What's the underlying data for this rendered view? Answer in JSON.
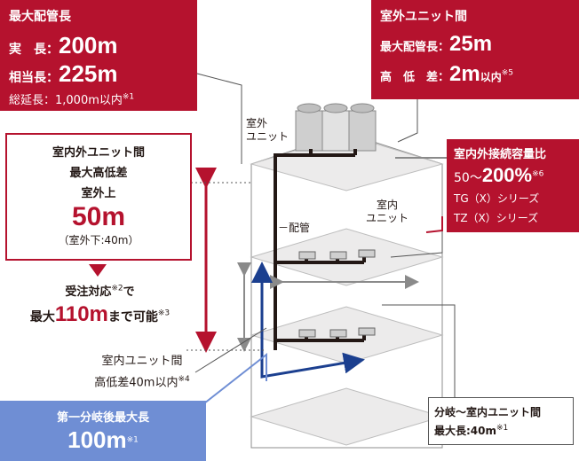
{
  "colors": {
    "accent_red": "#b5122e",
    "accent_blue": "#1b3f8f",
    "light_blue": "#6f8ed4",
    "pipe": "#231815",
    "floor": "#ecebeb"
  },
  "top_left_box": {
    "title": "最大配管長",
    "actual_label": "実　長：",
    "actual_value": "200m",
    "equiv_label": "相当長：",
    "equiv_value": "225m",
    "total_label": "総延長：1,000m以内",
    "total_note": "※1"
  },
  "top_right_box": {
    "title": "室外ユニット間",
    "maxpipe_label": "最大配管長：",
    "maxpipe_value": "25m",
    "height_label": "高　低　差：",
    "height_value": "2m",
    "height_suffix": "以内",
    "height_note": "※5"
  },
  "ratio_box": {
    "title": "室内外接続容量比",
    "range_prefix": "50～",
    "range_value": "200%",
    "range_note": "※6",
    "series1": "TG（X）シリーズ",
    "series2": "TZ（X）シリーズ"
  },
  "height_box": {
    "line1": "室内外ユニット間",
    "line2": "最大高低差",
    "line3": "室外上",
    "value": "50m",
    "sub": "（室外下:40m）"
  },
  "order_note": {
    "line1": "受注対応",
    "line1_note": "※2",
    "line1_tail": "で",
    "line2_pre": "最大",
    "line2_value": "110m",
    "line2_tail": "まで可能",
    "line2_note": "※3"
  },
  "indoor_height": {
    "line1": "室内ユニット間",
    "line2": "高低差40m以内",
    "note": "※4"
  },
  "first_branch": {
    "label": "第一分岐後最大長",
    "value": "100m",
    "note": "※1"
  },
  "branch_box": {
    "line1": "分岐～室内ユニット間",
    "line2": "最大長:40m",
    "note": "※1"
  },
  "labels": {
    "outdoor_unit": "室外\nユニット",
    "pipe": "配管",
    "indoor_unit": "室内\nユニット"
  }
}
